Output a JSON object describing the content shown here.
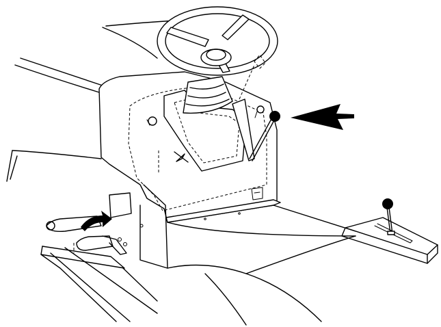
{
  "figure": {
    "description_labels": [],
    "colors": {
      "line": "#000000",
      "background": "#ffffff",
      "knob": "#000000"
    },
    "arrows": [
      {
        "name": "pointer-arrow",
        "points_to": "throttle-lever-knob"
      },
      {
        "name": "pedal-direction-arrow",
        "points_to": "brake-pedal"
      }
    ]
  }
}
